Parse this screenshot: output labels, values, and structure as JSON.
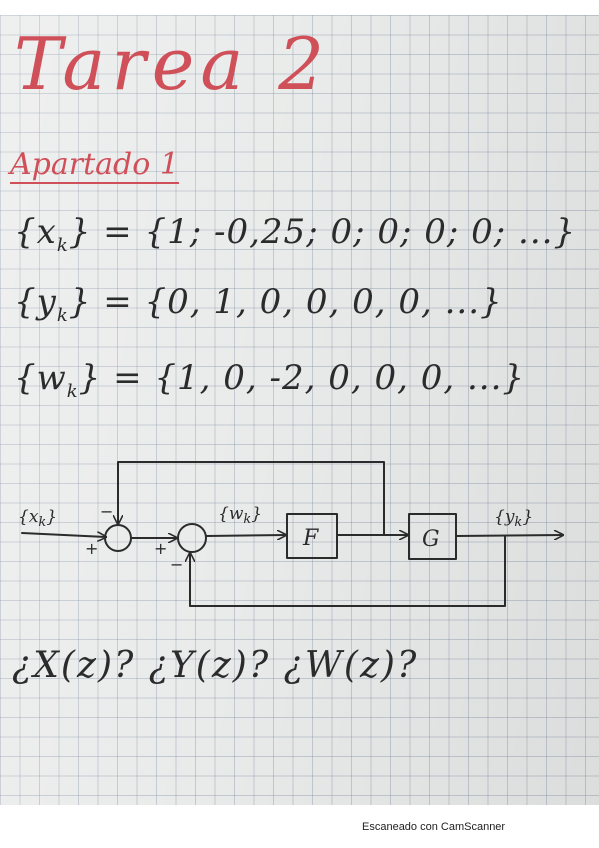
{
  "document": {
    "title": "Tarea 2",
    "section_heading": "Apartado 1",
    "equations": [
      {
        "lhs": "{x",
        "sub": "k",
        "rhs": "} = {1; -0,25; 0; 0; 0; 0; ...}"
      },
      {
        "lhs": "{y",
        "sub": "k",
        "rhs": "} = {0, 1, 0, 0, 0, 0, ...}"
      },
      {
        "lhs": "{w",
        "sub": "k",
        "rhs": "} = {1, 0, -2, 0, 0, 0, ...}"
      }
    ],
    "diagram": {
      "input_label": "{x",
      "input_sub": "k",
      "inner_label": "{w",
      "inner_sub": "k",
      "output_label": "{y",
      "output_sub": "k",
      "closing": "}",
      "block_f": "F",
      "block_g": "G",
      "sum1_top_sign": "−",
      "sum1_left_sign": "+",
      "sum2_left_sign": "+",
      "sum2_bottom_sign": "−"
    },
    "questions": "¿X(z)?  ¿Y(z)?  ¿W(z)?"
  },
  "footer": {
    "watermark": "Escaneado con CamScanner"
  },
  "colors": {
    "ink_red": "#d0505a",
    "ink_dark": "#2b2b2b",
    "paper": "#e9ebea",
    "grid": "#7887a0"
  }
}
